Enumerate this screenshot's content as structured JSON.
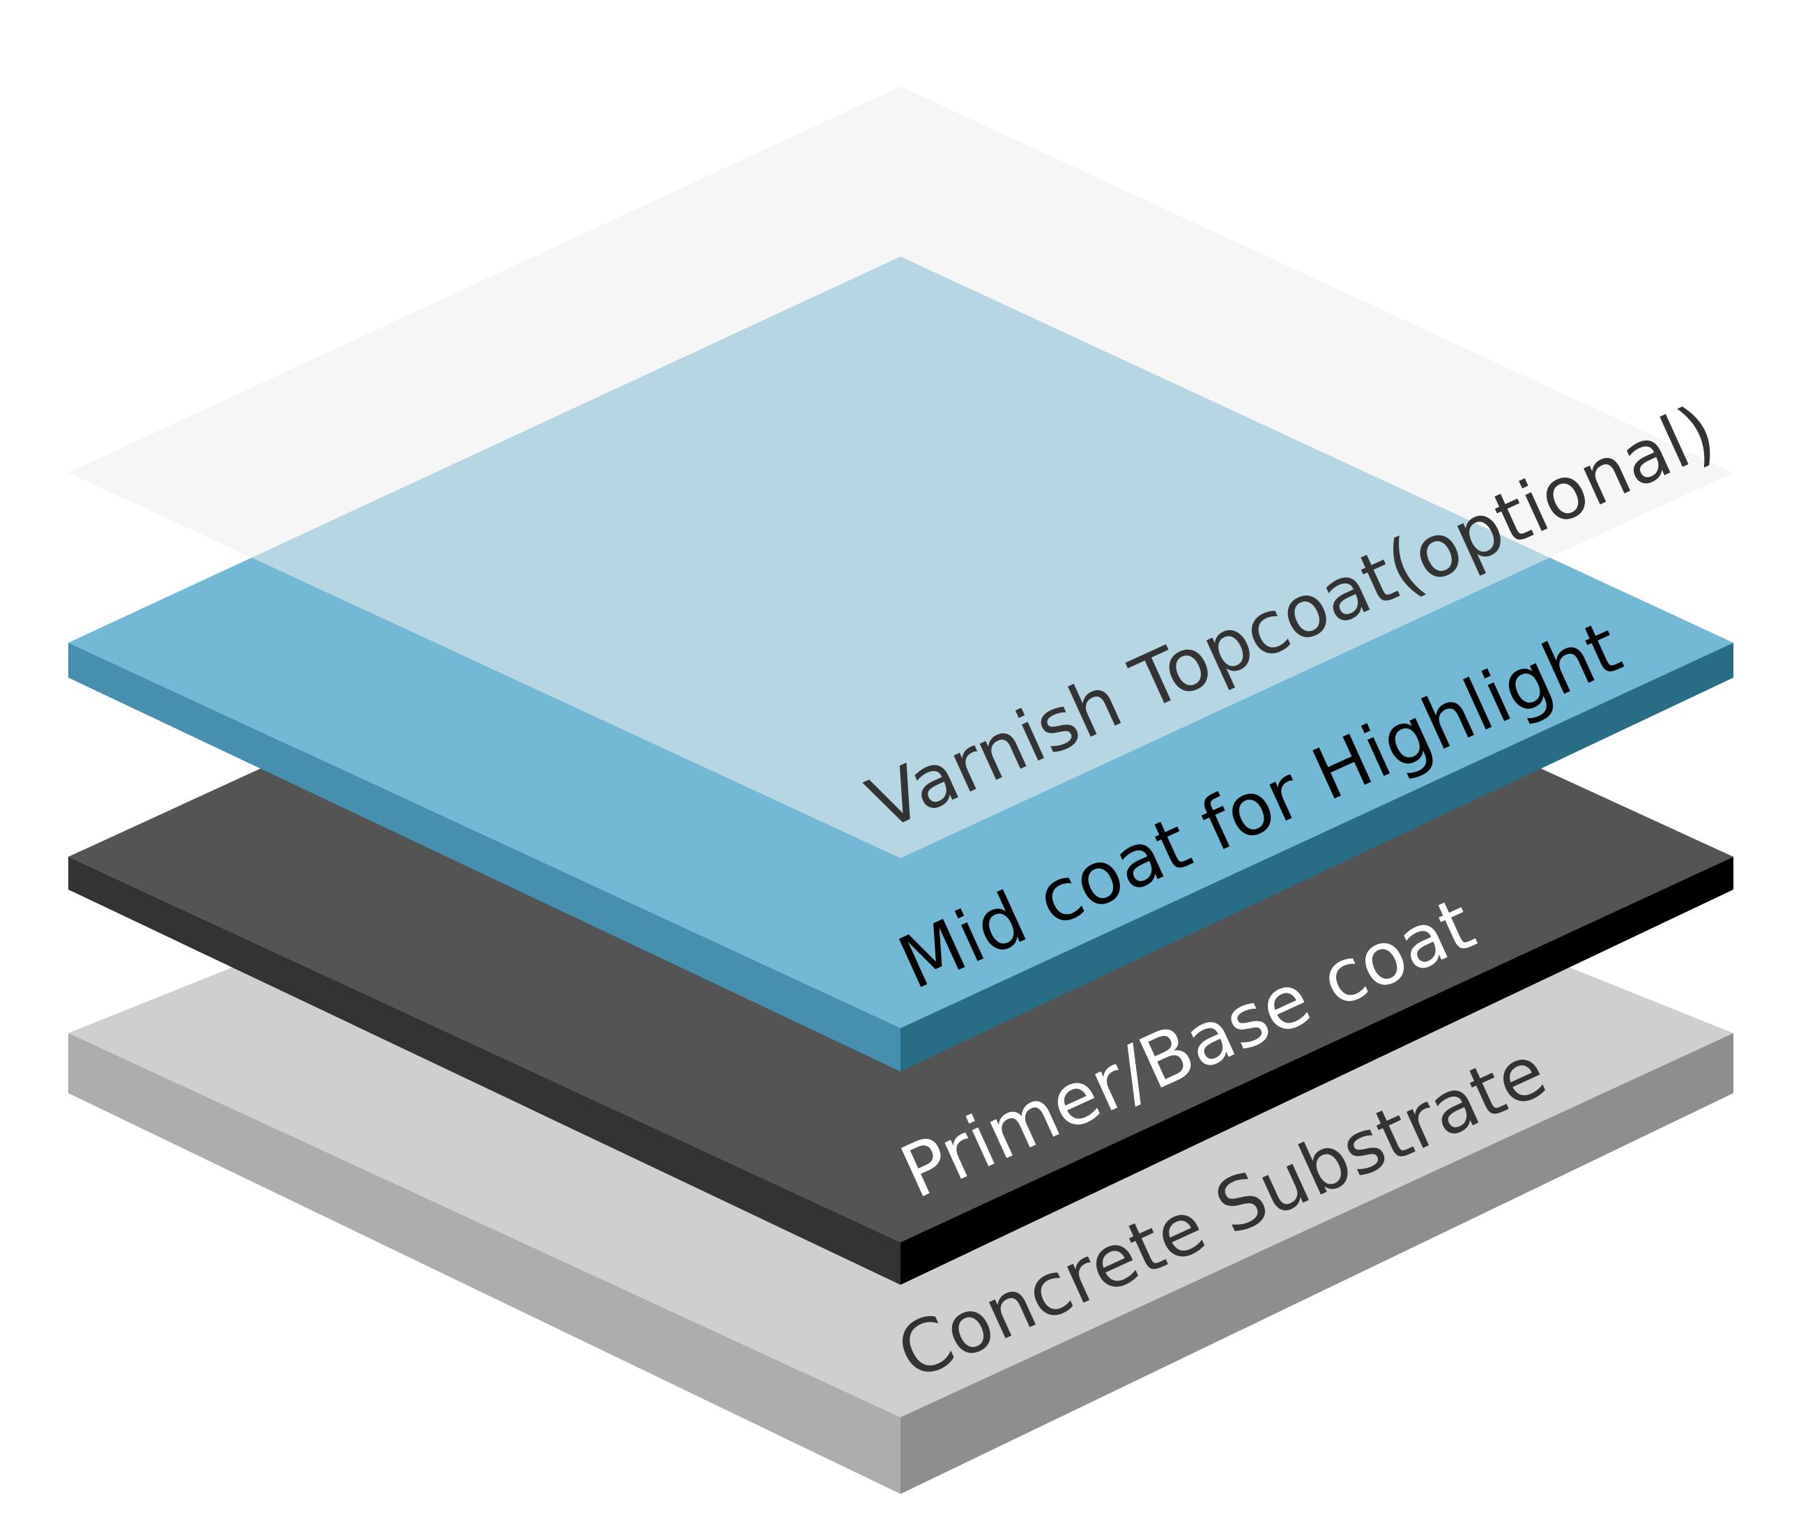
{
  "diagram": {
    "layers": [
      {
        "id": "substrate",
        "label": "Concrete Substrate",
        "colors": {
          "top": "#cfcfcf",
          "left": "#aeadad",
          "right": "#8e8e8e",
          "text": "#333333"
        }
      },
      {
        "id": "primer",
        "label": "Primer/Base coat",
        "colors": {
          "top": "#545454",
          "left": "#333333",
          "right": "#000000",
          "text": "#ffffff"
        }
      },
      {
        "id": "midcoat",
        "label": "Mid coat for Highlight",
        "colors": {
          "top": "#73b9d6",
          "left": "#468fae",
          "right": "#286c85",
          "text": "#000000"
        }
      },
      {
        "id": "topcoat",
        "label": "Varnish Topcoat(optional)",
        "colors": {
          "top": "#eeeeee",
          "text": "#333333"
        }
      }
    ]
  }
}
